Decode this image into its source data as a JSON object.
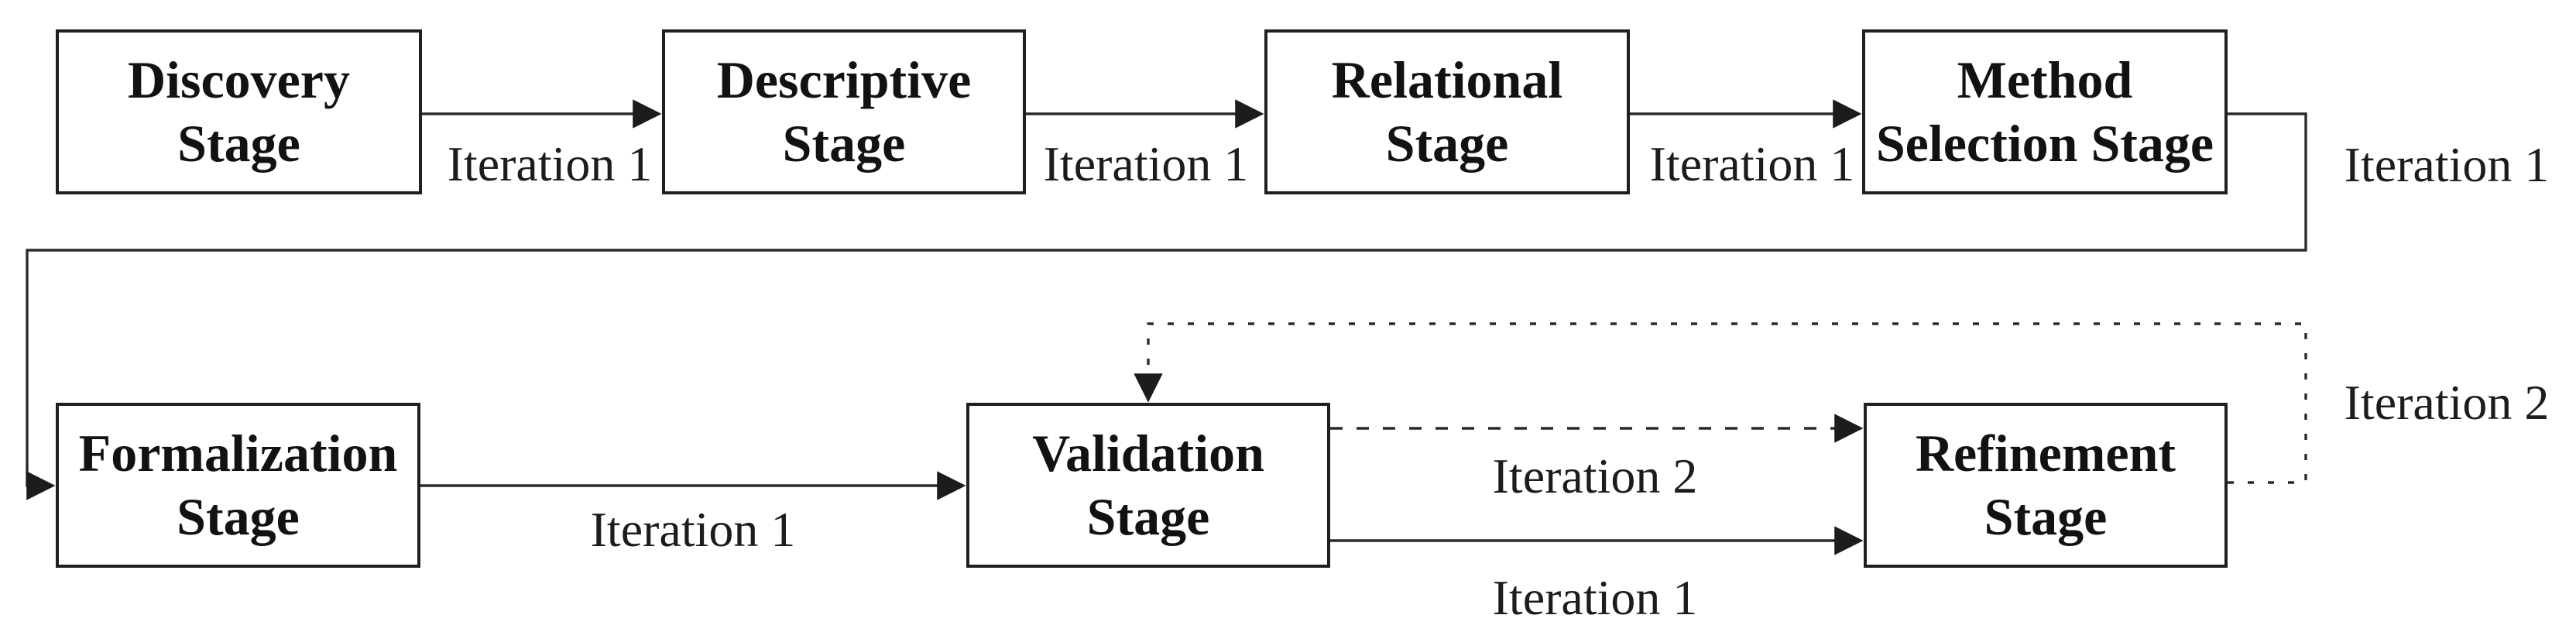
{
  "diagram": {
    "stages": [
      {
        "id": "discovery",
        "label": "Discovery\nStage"
      },
      {
        "id": "descriptive",
        "label": "Descriptive\nStage"
      },
      {
        "id": "relational",
        "label": "Relational\nStage"
      },
      {
        "id": "method-selection",
        "label": "Method\nSelection Stage"
      },
      {
        "id": "formalization",
        "label": "Formalization\nStage"
      },
      {
        "id": "validation",
        "label": "Validation\nStage"
      },
      {
        "id": "refinement",
        "label": "Refinement\nStage"
      }
    ],
    "edges": [
      {
        "from": "discovery",
        "to": "descriptive",
        "style": "solid",
        "label": "Iteration 1"
      },
      {
        "from": "descriptive",
        "to": "relational",
        "style": "solid",
        "label": "Iteration 1"
      },
      {
        "from": "relational",
        "to": "method-selection",
        "style": "solid",
        "label": "Iteration 1"
      },
      {
        "from": "method-selection",
        "to": "formalization",
        "style": "solid",
        "label": "Iteration 1"
      },
      {
        "from": "formalization",
        "to": "validation",
        "style": "solid",
        "label": "Iteration 1"
      },
      {
        "from": "validation",
        "to": "refinement",
        "style": "solid",
        "label": "Iteration 1"
      },
      {
        "from": "validation",
        "to": "refinement",
        "style": "dashed",
        "label": "Iteration 2"
      },
      {
        "from": "refinement",
        "to": "validation",
        "style": "dotted",
        "label": "Iteration 2"
      }
    ],
    "colors": {
      "line": "#2a2a2a",
      "border": "#1f1f1f",
      "text": "#121212",
      "background": "#ffffff"
    }
  }
}
